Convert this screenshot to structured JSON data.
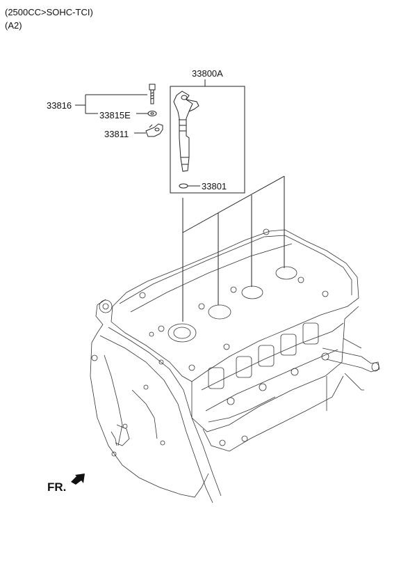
{
  "header": {
    "line1": "(2500CC>SOHC-TCI)",
    "line2": "(A2)"
  },
  "labels": {
    "assembly": "33800A",
    "bolt_group": "33816",
    "washer": "33815E",
    "clamp": "33811",
    "oring": "33801"
  },
  "front_marker": {
    "text": "FR.",
    "icon": "arrow-icon"
  }
}
